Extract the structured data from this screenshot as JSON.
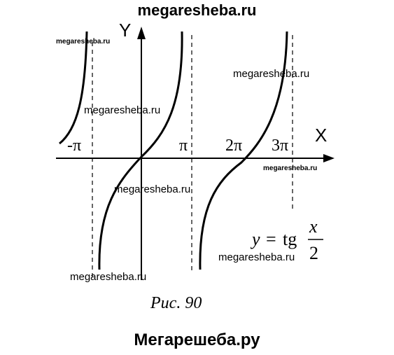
{
  "header": {
    "site": "megaresheba.ru"
  },
  "footer": {
    "site": "Мегарешеба.ру"
  },
  "watermarks": [
    "megaresheba.ru",
    "megaresheba.ru",
    "megaresheba.ru",
    "megaresheba.ru",
    "megaresheba.ru",
    "megaresheba.ru",
    "megaresheba.ru"
  ],
  "figure": {
    "axis_x_label": "X",
    "axis_y_label": "Y",
    "tick_labels": [
      "-π",
      "π",
      "2π",
      "3π"
    ],
    "formula": {
      "lhs": "y",
      "eq": "=",
      "func": "tg",
      "num": "x",
      "den": "2"
    },
    "caption": "Рис. 90"
  },
  "colors": {
    "ink": "#000000",
    "background": "#ffffff"
  }
}
